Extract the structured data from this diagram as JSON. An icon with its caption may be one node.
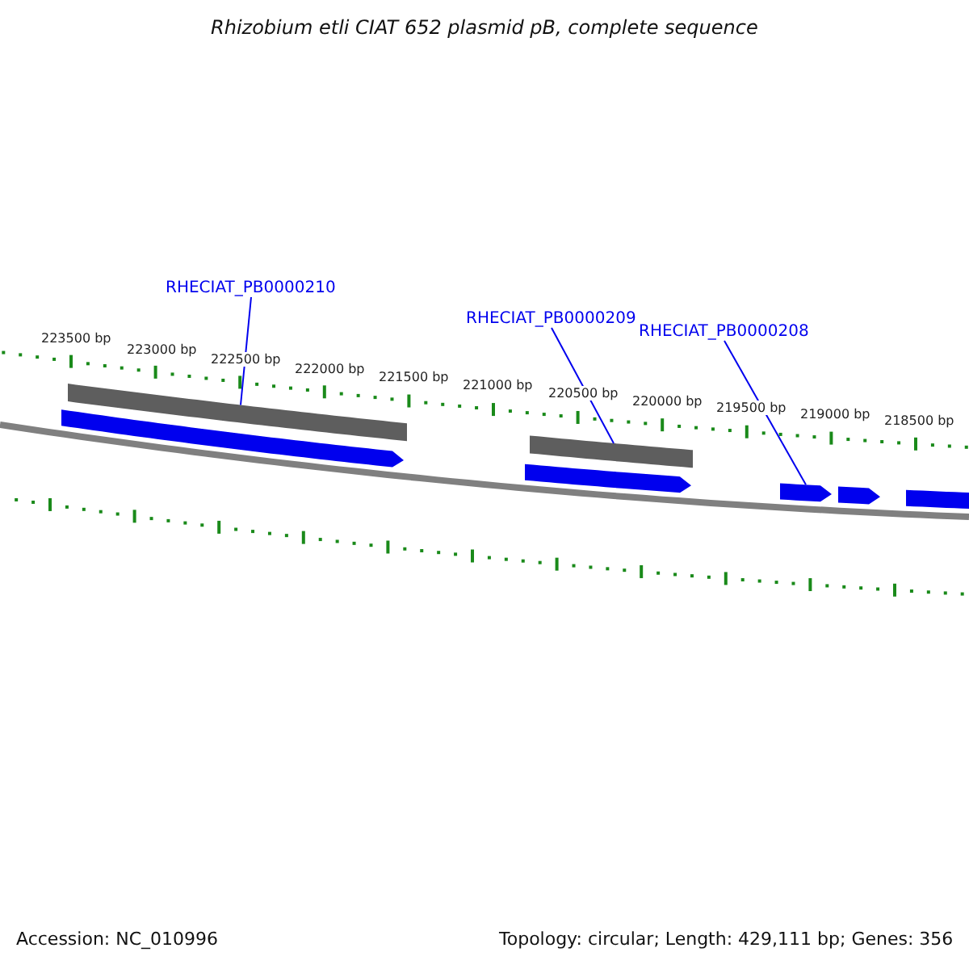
{
  "diagram": {
    "title": "Rhizobium etli CIAT 652 plasmid pB, complete sequence",
    "nodes": [
      {
        "text": [
          "RHECIAT_PB0000210"
        ]
      },
      {
        "text": [
          "RHECIAT_PB0000209"
        ]
      },
      {
        "text": [
          "RHECIAT_PB0000208"
        ]
      },
      {
        "text": [],
        "shape": "bar"
      },
      {
        "text": [],
        "shape": "bar"
      },
      {
        "text": [],
        "shape": "bar"
      }
    ],
    "edges": [
      {
        "from": 0,
        "to": 3,
        "arrow": "none"
      },
      {
        "from": 1,
        "to": 4,
        "arrow": "none"
      },
      {
        "from": 2,
        "to": 5,
        "arrow": "none"
      }
    ],
    "labels": [
      "223500 bp",
      "223000 bp",
      "222500 bp",
      "222000 bp",
      "221500 bp",
      "221000 bp",
      "220500 bp",
      "220000 bp",
      "219500 bp",
      "219000 bp",
      "218500 bp",
      "Accession: NC_010996",
      "Topology: circular; Length: 429,111 bp; Genes: 356"
    ]
  }
}
